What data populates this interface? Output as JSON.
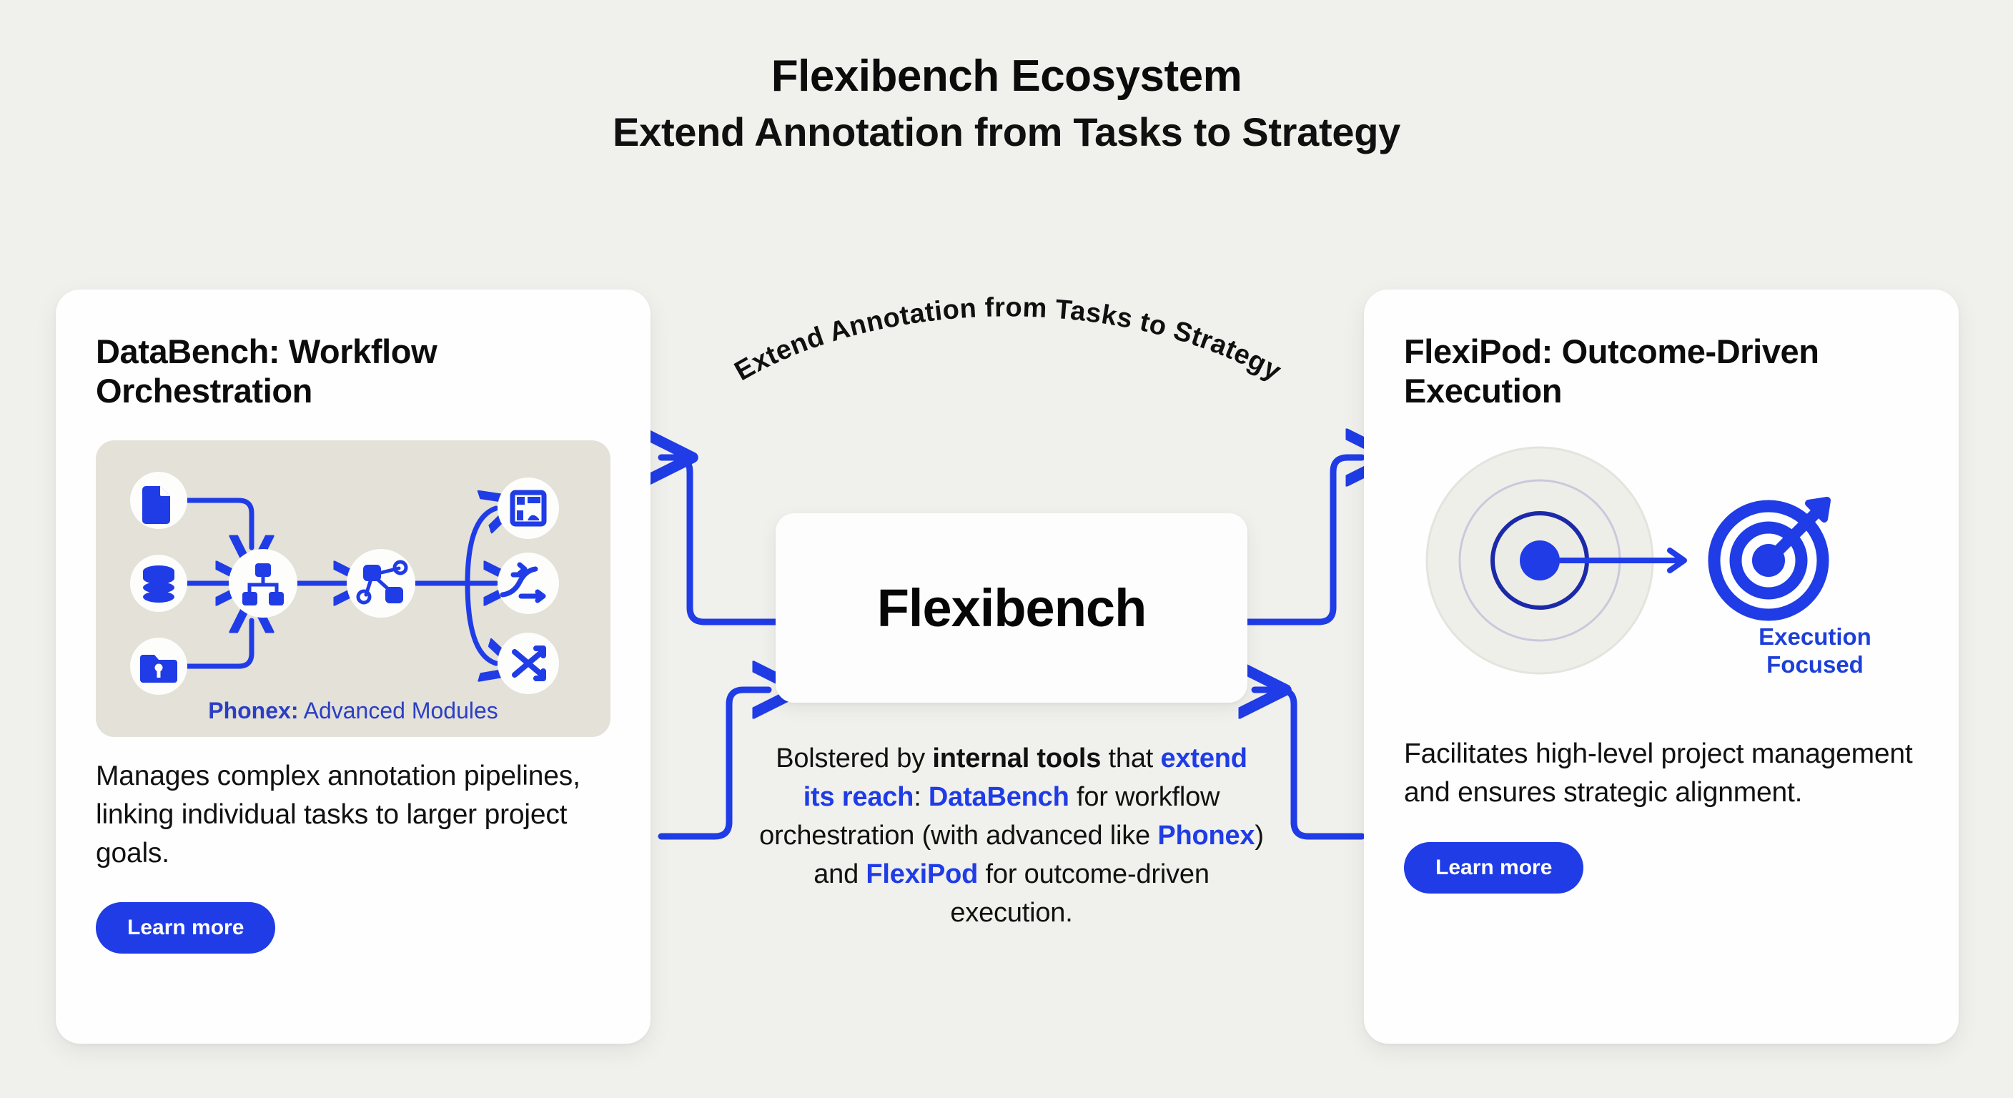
{
  "header": {
    "title": "Flexibench Ecosystem",
    "subtitle": "Extend Annotation from Tasks to Strategy"
  },
  "arc": {
    "label": "Extend Annotation from Tasks to Strategy"
  },
  "center": {
    "box_title": "Flexibench",
    "description_parts": {
      "p1": "Bolstered by ",
      "b1": "internal tools",
      "p2": " that ",
      "b2": "extend its reach",
      "p3": ": ",
      "b3": "DataBench",
      "p4": " for workflow orchestration (with advanced like ",
      "b4": "Phonex",
      "p5": ") and ",
      "b5": "FlexiPod",
      "p6": " for outcome-driven execution."
    }
  },
  "left_card": {
    "title": "DataBench: Workflow Orchestration",
    "panel": {
      "caption_bold": "Phonex:",
      "caption_rest": " Advanced Modules",
      "input_icons": [
        "document-icon",
        "database-icon",
        "folder-key-icon"
      ],
      "process_icons": [
        "hierarchy-icon",
        "network-graph-icon"
      ],
      "output_icons": [
        "dashboard-layout-icon",
        "route-flow-icon",
        "shuffle-icon"
      ]
    },
    "description": "Manages complex annotation pipelines, linking individual tasks to larger project goals.",
    "button_label": "Learn more"
  },
  "right_card": {
    "title": "FlexiPod: Outcome-Driven Execution",
    "visual": {
      "target_label_line1": "Execution",
      "target_label_line2": "Focused",
      "icons": [
        "concentric-rings-icon",
        "arrow-right-icon",
        "dartboard-target-icon"
      ]
    },
    "description": "Facilitates high-level project management and ensures strategic alignment.",
    "button_label": "Learn more"
  },
  "colors": {
    "background": "#f0f0ec",
    "accent_blue": "#1f3ce6",
    "deep_blue": "#2b3fc4",
    "card_white": "#fefefe",
    "panel_tint": "#e3e1d8",
    "text_dark": "#111111"
  }
}
